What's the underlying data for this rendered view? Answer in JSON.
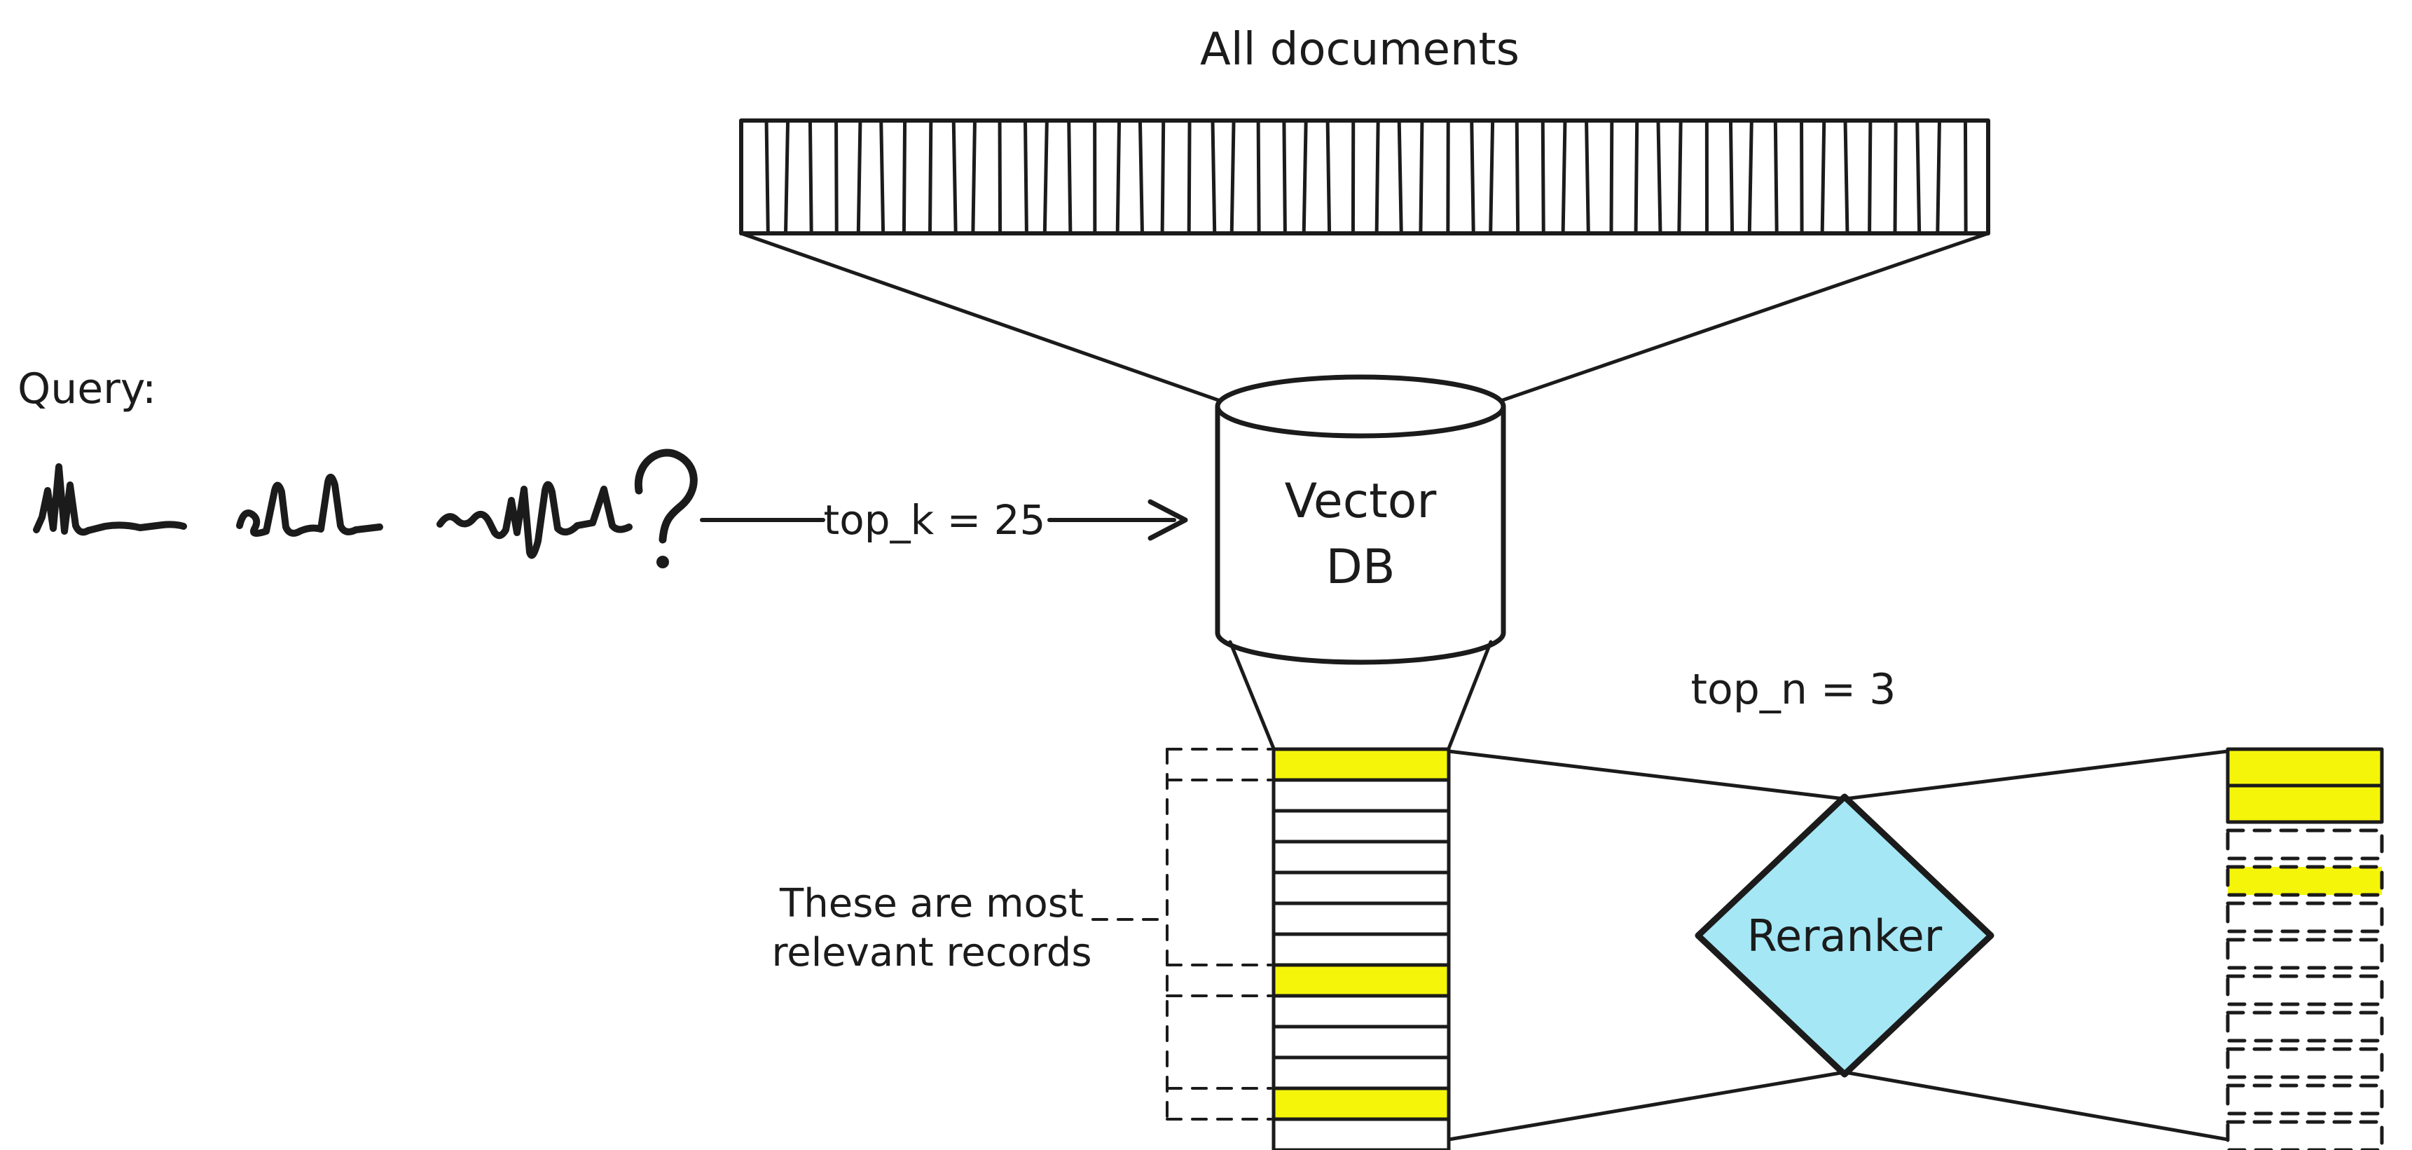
{
  "diagram": {
    "title": "All documents",
    "query_label": "Query:",
    "topk_label": "top_k = 25",
    "topn_label": "top_n = 3",
    "vector_db": {
      "line1": "Vector",
      "line2": "DB"
    },
    "reranker_label": "Reranker",
    "note": {
      "line1": "These are most",
      "line2": "relevant records"
    },
    "colors": {
      "stroke": "#1b1b1b",
      "background": "#ffffff",
      "highlight": "#f5f50a",
      "reranker_fill": "#a5e7f5"
    },
    "all_documents_bar": {
      "segments": 52
    },
    "retrieved_stack": {
      "row_pattern": [
        "highlight",
        "plain",
        "plain",
        "plain",
        "plain",
        "plain",
        "plain",
        "highlight",
        "plain",
        "plain",
        "plain",
        "highlight",
        "plain"
      ]
    },
    "reranked_stack": {
      "row_pattern": [
        "highlight",
        "highlight",
        "dashed",
        "highlight-dashed",
        "dashed",
        "dashed",
        "dashed",
        "dashed",
        "dashed",
        "dashed",
        "dashed"
      ]
    }
  }
}
